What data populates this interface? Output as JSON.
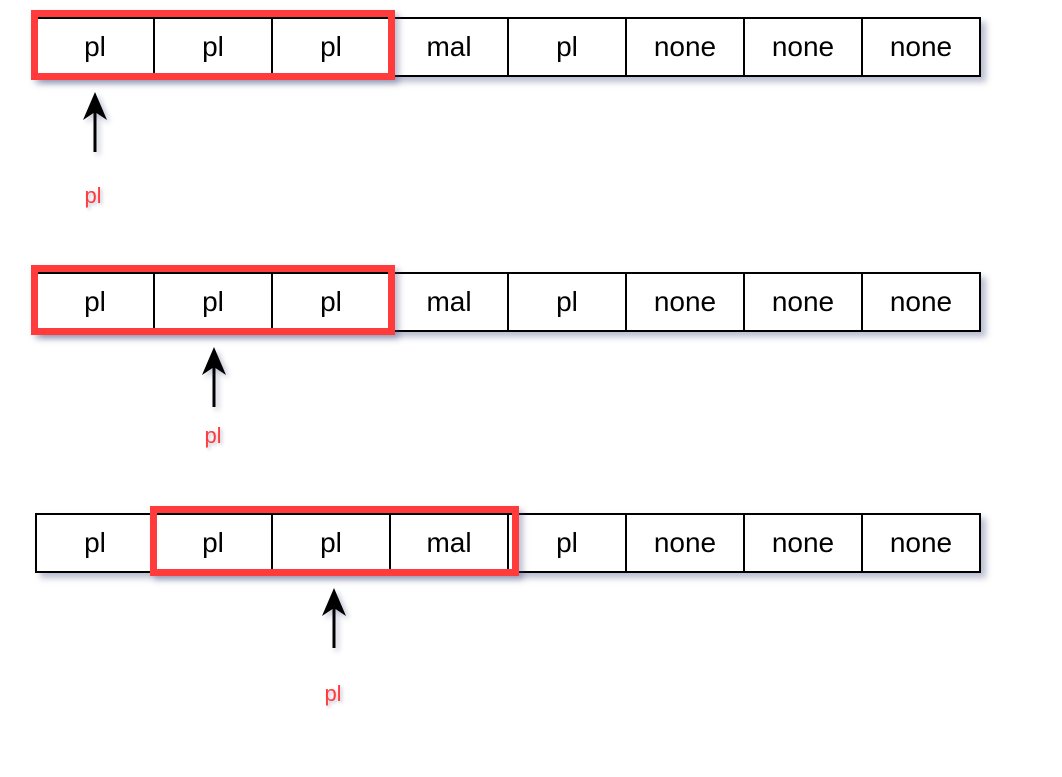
{
  "colors": {
    "window_border": "#ff3b3b",
    "pointer_label": "#ff3b3b",
    "cell_border": "#000000",
    "pointer_arrow": "#000000"
  },
  "rows": [
    {
      "cells": [
        "pl",
        "pl",
        "pl",
        "mal",
        "pl",
        "none",
        "none",
        "none"
      ],
      "window_start_cell": 0,
      "window_cell_count": 3,
      "pointer_cell": 0,
      "pointer_label": "pl"
    },
    {
      "cells": [
        "pl",
        "pl",
        "pl",
        "mal",
        "pl",
        "none",
        "none",
        "none"
      ],
      "window_start_cell": 0,
      "window_cell_count": 3,
      "pointer_cell": 1,
      "pointer_label": "pl"
    },
    {
      "cells": [
        "pl",
        "pl",
        "pl",
        "mal",
        "pl",
        "none",
        "none",
        "none"
      ],
      "window_start_cell": 1,
      "window_cell_count": 3,
      "pointer_cell": 2,
      "pointer_label": "pl"
    }
  ]
}
